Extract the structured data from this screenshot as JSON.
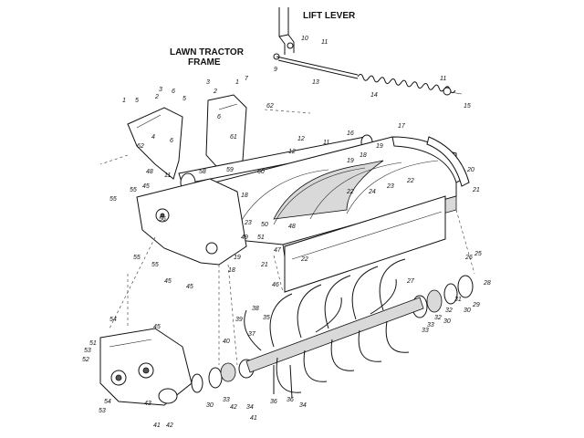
{
  "titles": {
    "lift_lever": "LIFT LEVER",
    "frame_line1": "LAWN TRACTOR",
    "frame_line2": "FRAME"
  },
  "callouts": {
    "lift": [
      "10",
      "11",
      "9",
      "13",
      "14",
      "11",
      "15"
    ],
    "frame_top": [
      "3",
      "1",
      "5",
      "2",
      "6",
      "5",
      "3",
      "2",
      "1",
      "7",
      "6",
      "62",
      "4",
      "6",
      "62",
      "61",
      "12",
      "11",
      "16",
      "17",
      "58",
      "59",
      "60",
      "48",
      "11",
      "12",
      "19",
      "18",
      "19",
      "22",
      "24",
      "23",
      "22",
      "20",
      "21",
      "55",
      "55",
      "45",
      "56",
      "23",
      "18",
      "50",
      "49",
      "51",
      "48",
      "47",
      "22",
      "46",
      "55",
      "55",
      "45",
      "45",
      "18",
      "19",
      "21"
    ],
    "tines": [
      "54",
      "53",
      "52",
      "51",
      "41",
      "42",
      "43",
      "45",
      "53",
      "54",
      "38",
      "35",
      "39",
      "37",
      "40",
      "36",
      "34",
      "30",
      "33",
      "32",
      "30",
      "31",
      "29",
      "28",
      "26",
      "25",
      "27",
      "32",
      "33",
      "36",
      "34",
      "42",
      "41",
      "30",
      "33"
    ]
  }
}
